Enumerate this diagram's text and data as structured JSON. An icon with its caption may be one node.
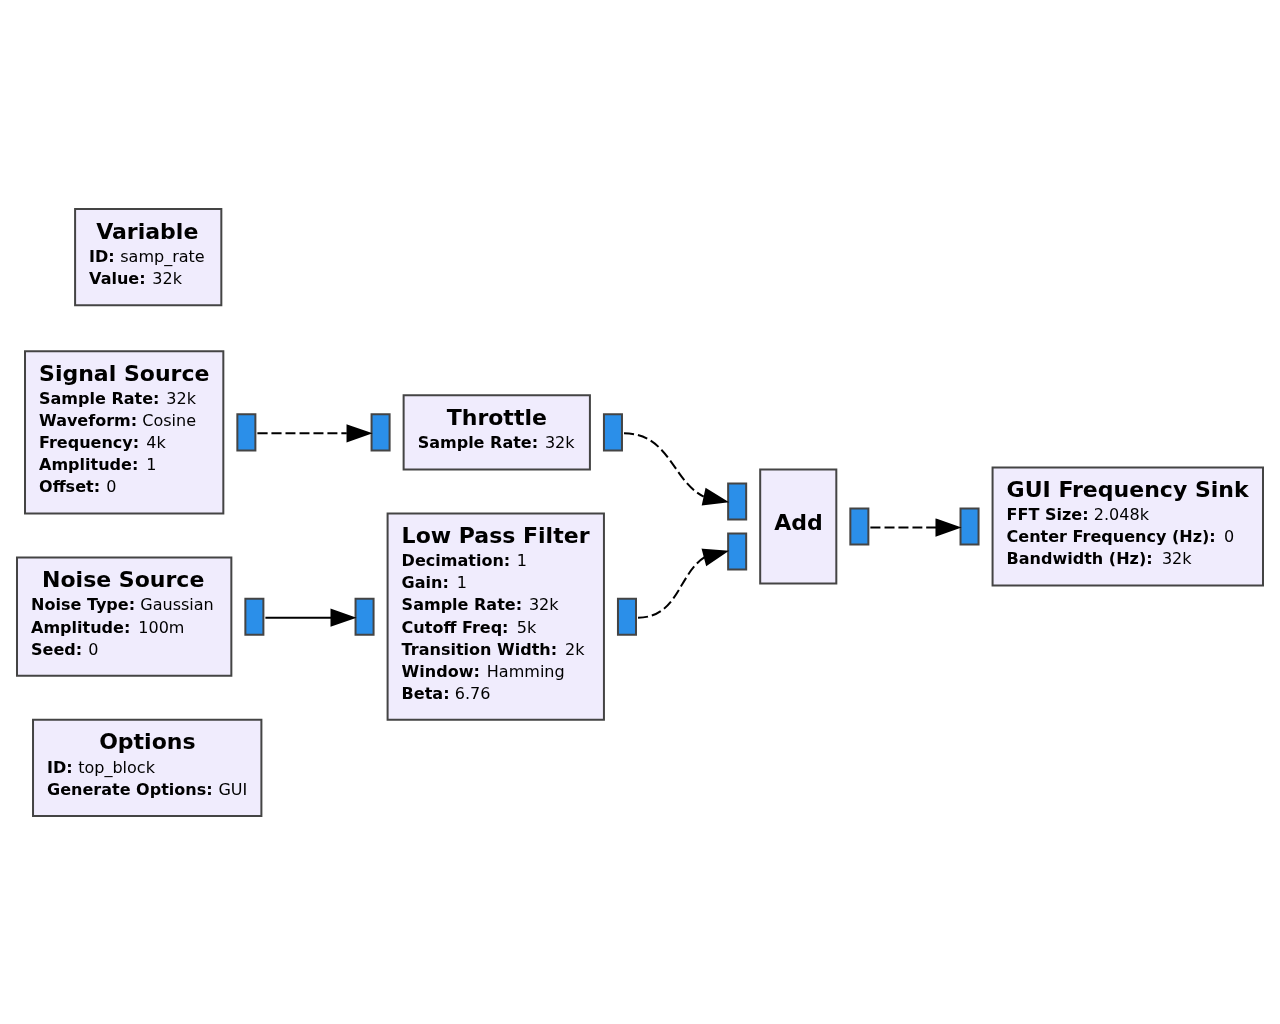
{
  "diagram": {
    "nodes": [
      {
        "text": [
          "Options",
          "**ID:** top_block",
          "**Generate Options:** GUI"
        ]
      },
      {
        "text": [
          "Signal Source",
          "**Sample Rate:** 32k",
          "**Waveform:** Cosine",
          "**Frequency:** 4k",
          "**Amplitude:** 1",
          "**Offset:** 0"
        ]
      },
      {
        "text": [
          "Throttle",
          "**Sample Rate:** 32k"
        ]
      },
      {
        "text": [
          "Add"
        ]
      },
      {
        "text": [
          "GUI Frequency Sink",
          "**FFT Size:** 2.048k",
          "**Center Frequency (Hz):** 0",
          "**Bandwidth (Hz):** 32k"
        ]
      },
      {
        "text": [
          "Variable",
          "**ID:** samp_rate",
          "**Value:** 32k"
        ]
      },
      {
        "text": [
          "Noise Source",
          "**Noise Type:** Gaussian",
          "**Amplitude:** 100m",
          "**Seed:** 0"
        ]
      },
      {
        "text": [
          "Low Pass Filter",
          "**Decimation:** 1",
          "**Gain:** 1",
          "**Sample Rate:** 32k",
          "**Cutoff Freq:** 5k",
          "**Transition Width:** 2k",
          "**Window:** Hamming",
          "**Beta:** 6.76"
        ]
      }
    ],
    "edges": [
      {
        "from": 1,
        "to": 2,
        "arrow": "to",
        "style": "dashed"
      },
      {
        "from": 2,
        "to": 3,
        "arrow": "to",
        "style": "dashed"
      },
      {
        "from": 7,
        "to": 3,
        "arrow": "to",
        "style": "dashed"
      },
      {
        "from": 3,
        "to": 4,
        "arrow": "to",
        "style": "dashed"
      },
      {
        "from": 6,
        "to": 7,
        "arrow": "to"
      }
    ]
  }
}
